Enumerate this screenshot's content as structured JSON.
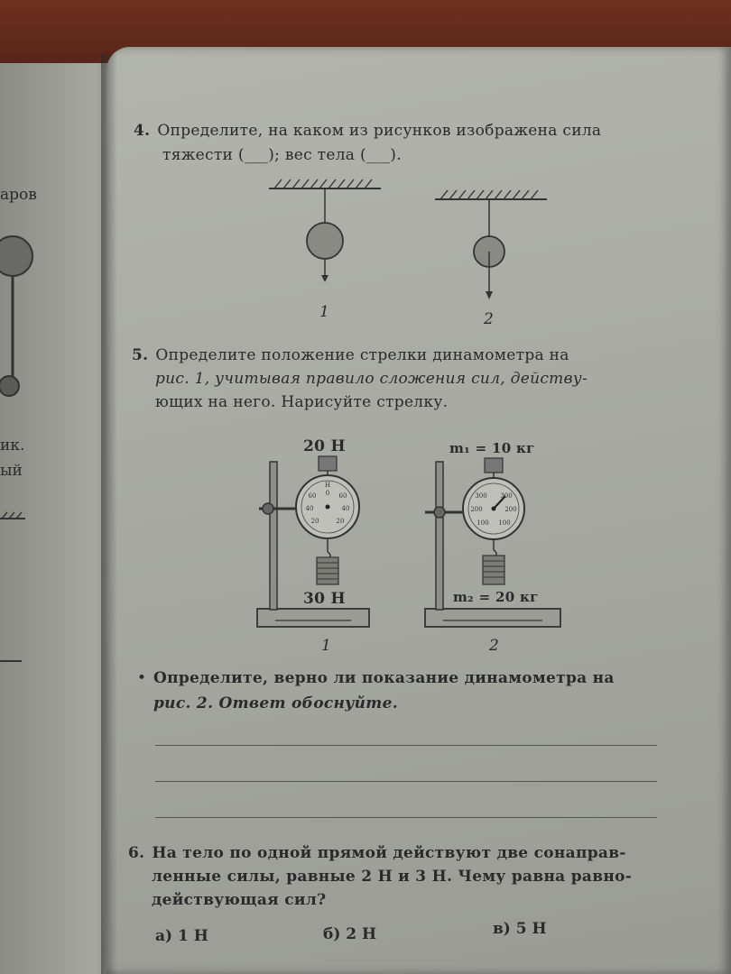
{
  "left_page": {
    "fragments": [
      "аров",
      "ик.",
      "ый"
    ]
  },
  "q4": {
    "number": "4.",
    "text_line1": "Определите, на каком из рисунков изображена сила",
    "text_line2": "тяжести (___); вес тела (___).",
    "fig1_label": "1",
    "fig2_label": "2"
  },
  "q5": {
    "number": "5.",
    "line1": "Определите положение стрелки динамометра на",
    "line2": "рис. 1, учитывая правило сложения сил, действу-",
    "line3": "ющих на него. Нарисуйте стрелку.",
    "dyn1": {
      "top_label": "20 Н",
      "bottom_label": "30 Н",
      "dial_top": "Н",
      "dial_numbers": [
        "0",
        "60",
        "60",
        "40",
        "40",
        "20",
        "20"
      ],
      "caption": "1"
    },
    "dyn2": {
      "top_label": "m₁ = 10 кг",
      "bottom_label": "m₂ = 20 кг",
      "dial_numbers": [
        "300",
        "300",
        "200",
        "200",
        "100",
        "100"
      ],
      "caption": "2"
    },
    "bullet": "•",
    "sub_line1": "Определите, верно ли показание динамометра на",
    "sub_line2": "рис. 2. Ответ обоснуйте."
  },
  "q6": {
    "number": "6.",
    "line1": "На тело по одной прямой действуют две сонаправ-",
    "line2": "ленные силы, равные 2 Н и 3 Н. Чему равна равно-",
    "line3": "действующая сил?",
    "options": [
      "а) 1 Н",
      "б) 2 Н",
      "в) 5 Н"
    ]
  }
}
